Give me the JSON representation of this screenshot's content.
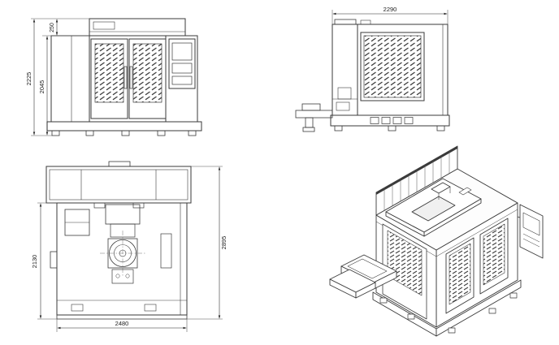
{
  "drawing": {
    "type": "engineering-multiview-drawing",
    "subject": "cnc-machining-center"
  },
  "style": {
    "line_color": "#3a3a3a",
    "dimension_color": "#222222",
    "background": "#ffffff"
  },
  "views": {
    "front": {
      "label": "front-view",
      "dims": {
        "overall_height": "2225",
        "body_height": "2045",
        "cover_height": "250"
      }
    },
    "side": {
      "label": "side-view",
      "dims": {
        "overall_depth": "2290"
      }
    },
    "plan": {
      "label": "plan-view",
      "dims": {
        "body_width": "2130",
        "overall_length": "2895",
        "overall_width": "2480"
      }
    },
    "isometric": {
      "label": "isometric-view"
    }
  }
}
